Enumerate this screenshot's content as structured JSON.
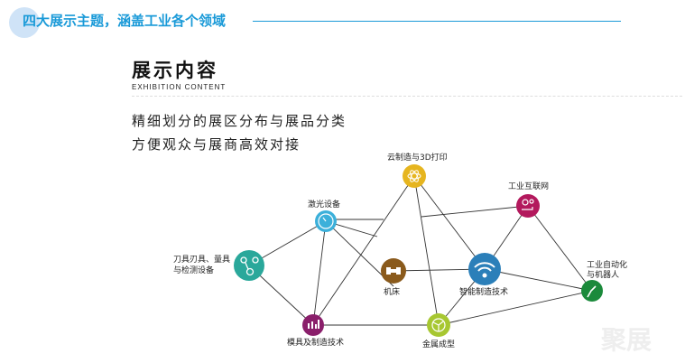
{
  "header": {
    "banner": "四大展示主题，涵盖工业各个领域"
  },
  "section": {
    "title": "展示内容",
    "subtitle": "EXHIBITION CONTENT",
    "desc_line1": "精细划分的展区分布与展品分类",
    "desc_line2": "方便观众与展商高效对接"
  },
  "nodes": [
    {
      "id": "cloud",
      "label": "云制造与3D打印",
      "color": "#e6b51f",
      "icon": "atom-icon"
    },
    {
      "id": "iiot",
      "label": "工业互联网",
      "color": "#b3195d",
      "icon": "gears-icon"
    },
    {
      "id": "laser",
      "label": "激光设备",
      "color": "#3cb0da",
      "icon": "gauge-icon"
    },
    {
      "id": "tools",
      "label_line1": "刀具刃具、量具",
      "label_line2": "与检测设备",
      "color": "#2aa89b",
      "icon": "molecule-icon"
    },
    {
      "id": "machine",
      "label": "机床",
      "color": "#8a5a1c",
      "icon": "machine-icon"
    },
    {
      "id": "smart",
      "label": "智能制造技术",
      "color": "#2b7fb9",
      "icon": "wifi-icon"
    },
    {
      "id": "robot",
      "label_line1": "工业自动化",
      "label_line2": "与机器人",
      "color": "#1b8a3b",
      "icon": "robot-arm-icon"
    },
    {
      "id": "mold",
      "label": "模具及制造技术",
      "color": "#8a1f6b",
      "icon": "chart-icon"
    },
    {
      "id": "metal",
      "label": "金属成型",
      "color": "#a7c731",
      "icon": "globe-icon"
    }
  ],
  "watermark": "聚展"
}
